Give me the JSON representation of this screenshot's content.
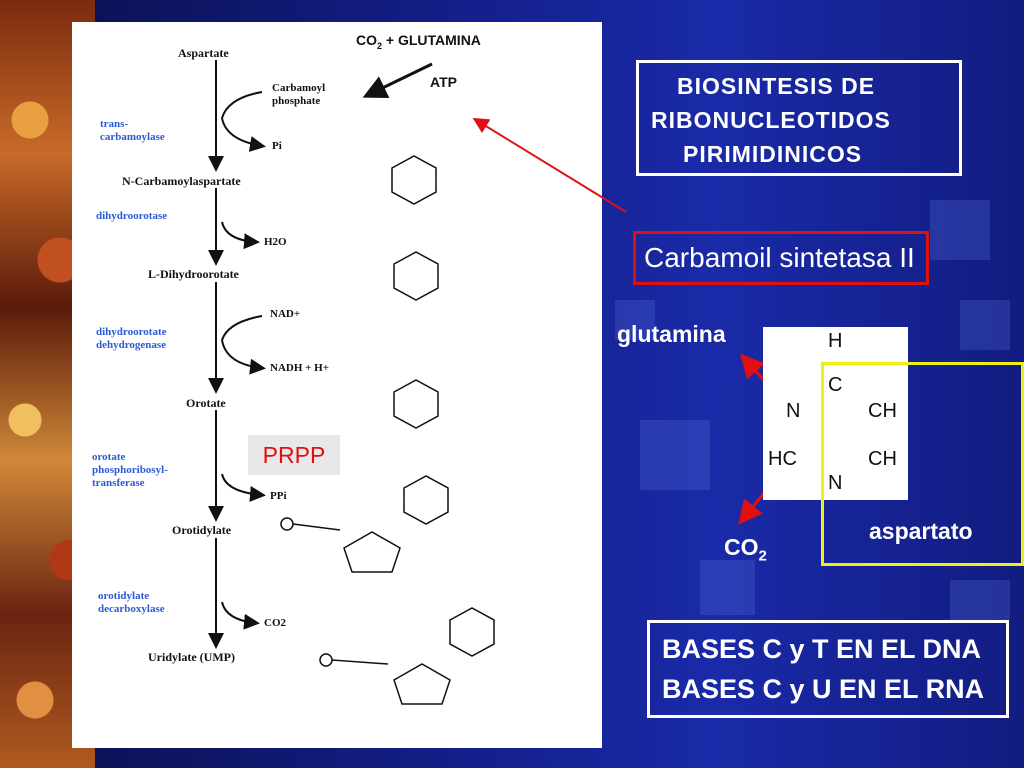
{
  "title_box": {
    "lines": [
      "BIOSINTESIS DE",
      "RIBONUCLEOTIDOS",
      "PIRIMIDINICOS"
    ]
  },
  "enzyme_box": "Carbamoil sintetasa II",
  "co2_glutamina": {
    "main": "CO",
    "sub": "2",
    "rest": " + GLUTAMINA"
  },
  "atp": "ATP",
  "prpp": "PRPP",
  "ring_labels": {
    "glutamina": "glutamina",
    "aspartato": "aspartato",
    "co2_main": "CO",
    "co2_sub": "2"
  },
  "ring_atoms": {
    "h_top": "H",
    "c_top": "C",
    "n1": "N",
    "ch_right": "CH",
    "hc_left": "HC",
    "ch_lower": "CH",
    "n_bottom": "N"
  },
  "bases": {
    "line1": "BASES C y T EN EL DNA",
    "line2": "BASES C y U EN EL RNA"
  },
  "pathway": {
    "intermediates": [
      "Aspartate",
      "N-Carbamoylaspartate",
      "L-Dihydroorotate",
      "Orotate",
      "Orotidylate",
      "Uridylate (UMP)"
    ],
    "enzymes": [
      "trans-\ncarbamoylase",
      "dihydroorotase",
      "dihydroorotate\ndehydrogenase",
      "orotate\nphosphoribosyl-\ntransferase",
      "orotidylate\ndecarboxylase"
    ],
    "side_products": [
      "Carbamoyl\nphosphate",
      "Pi",
      "H2O",
      "NAD+",
      "NADH + H+",
      "PPi",
      "CO2"
    ]
  },
  "colors": {
    "background": "#141f8a",
    "red": "#e01010",
    "yellow": "#f0f010",
    "enzyme_text": "#2a5ad8"
  }
}
